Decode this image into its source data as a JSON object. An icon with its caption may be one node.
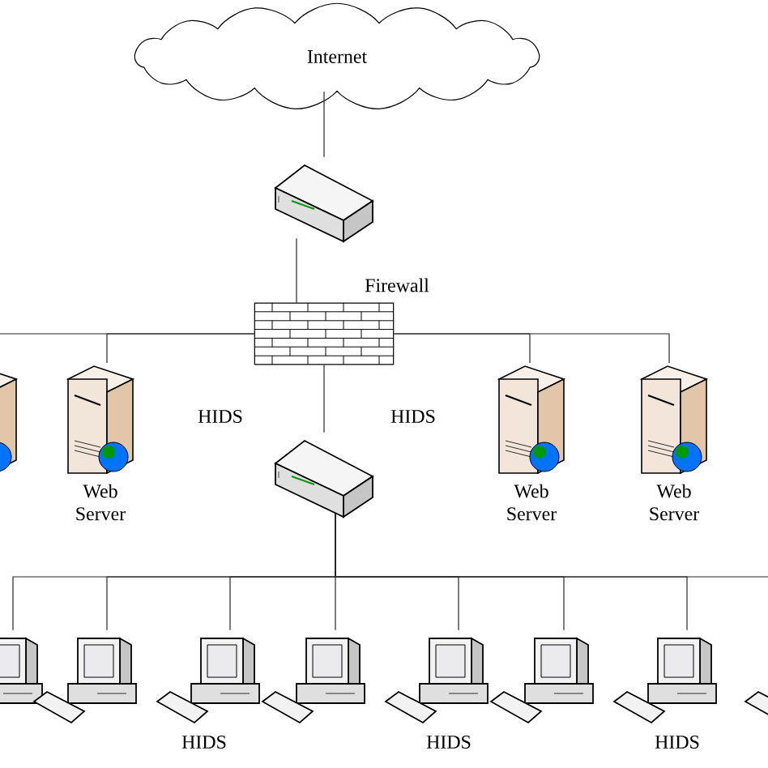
{
  "diagram": {
    "nodes": [
      {
        "text": [
          "Internet"
        ]
      },
      {
        "text": [],
        "shape": "router"
      },
      {
        "text": [],
        "shape": "wall",
        "beside": [
          "Firewall"
        ]
      },
      {
        "text": [],
        "shape": "server"
      },
      {
        "text": [
          "Web Server"
        ]
      },
      {
        "text": [
          "Web Server"
        ]
      },
      {
        "text": [
          "Web Server"
        ]
      },
      {
        "text": [],
        "shape": "router"
      },
      {
        "text": [],
        "shape": "computer"
      },
      {
        "text": [],
        "shape": "computer"
      },
      {
        "text": [],
        "shape": "computer",
        "beside": [
          "HIDS"
        ]
      },
      {
        "text": [],
        "shape": "computer"
      },
      {
        "text": [],
        "shape": "computer",
        "beside": [
          "HIDS"
        ]
      },
      {
        "text": [],
        "shape": "computer"
      },
      {
        "text": [],
        "shape": "computer",
        "beside": [
          "HIDS"
        ]
      },
      {
        "text": [],
        "shape": "computer"
      }
    ],
    "edges": [
      {
        "from": 0,
        "to": 1,
        "arrow": "none"
      },
      {
        "from": 1,
        "to": 2,
        "arrow": "none"
      },
      {
        "from": 2,
        "to": 3,
        "arrow": "none"
      },
      {
        "from": 2,
        "to": 4,
        "arrow": "none"
      },
      {
        "from": 2,
        "to": 5,
        "arrow": "none"
      },
      {
        "from": 2,
        "to": 6,
        "arrow": "none"
      },
      {
        "from": 2,
        "to": 7,
        "arrow": "none"
      },
      {
        "from": 7,
        "to": 8,
        "arrow": "none"
      },
      {
        "from": 7,
        "to": 9,
        "arrow": "none"
      },
      {
        "from": 7,
        "to": 10,
        "arrow": "none"
      },
      {
        "from": 7,
        "to": 11,
        "arrow": "none"
      },
      {
        "from": 7,
        "to": 12,
        "arrow": "none"
      },
      {
        "from": 7,
        "to": 13,
        "arrow": "none"
      },
      {
        "from": 7,
        "to": 14,
        "arrow": "none"
      },
      {
        "from": 7,
        "to": 15,
        "arrow": "none"
      }
    ],
    "labels": [
      "HIDS",
      "HIDS"
    ]
  }
}
